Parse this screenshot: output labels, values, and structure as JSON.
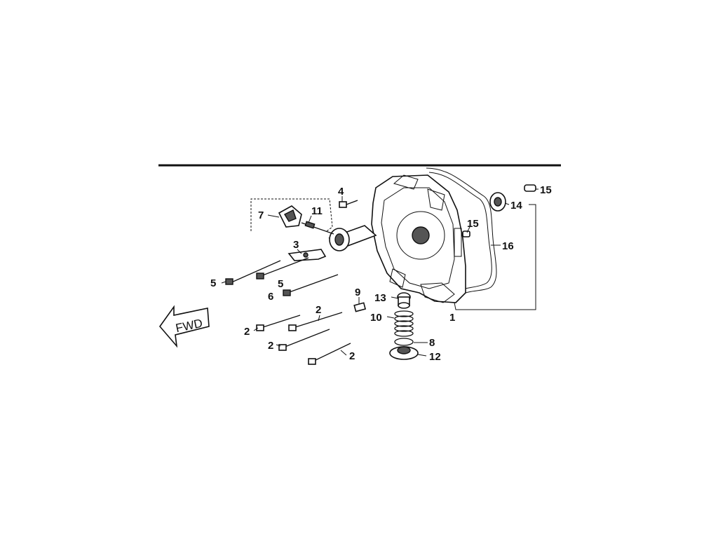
{
  "direction_label": "FWD",
  "callouts": [
    {
      "id": "c1",
      "text": "1"
    },
    {
      "id": "c2a",
      "text": "2"
    },
    {
      "id": "c2b",
      "text": "2"
    },
    {
      "id": "c2c",
      "text": "2"
    },
    {
      "id": "c2d",
      "text": "2"
    },
    {
      "id": "c3",
      "text": "3"
    },
    {
      "id": "c4",
      "text": "4"
    },
    {
      "id": "c5a",
      "text": "5"
    },
    {
      "id": "c5b",
      "text": "5"
    },
    {
      "id": "c6",
      "text": "6"
    },
    {
      "id": "c7",
      "text": "7"
    },
    {
      "id": "c8",
      "text": "8"
    },
    {
      "id": "c9",
      "text": "9"
    },
    {
      "id": "c10",
      "text": "10"
    },
    {
      "id": "c11",
      "text": "11"
    },
    {
      "id": "c12",
      "text": "12"
    },
    {
      "id": "c13",
      "text": "13"
    },
    {
      "id": "c14",
      "text": "14"
    },
    {
      "id": "c15a",
      "text": "15"
    },
    {
      "id": "c15b",
      "text": "15"
    },
    {
      "id": "c16",
      "text": "16"
    }
  ]
}
